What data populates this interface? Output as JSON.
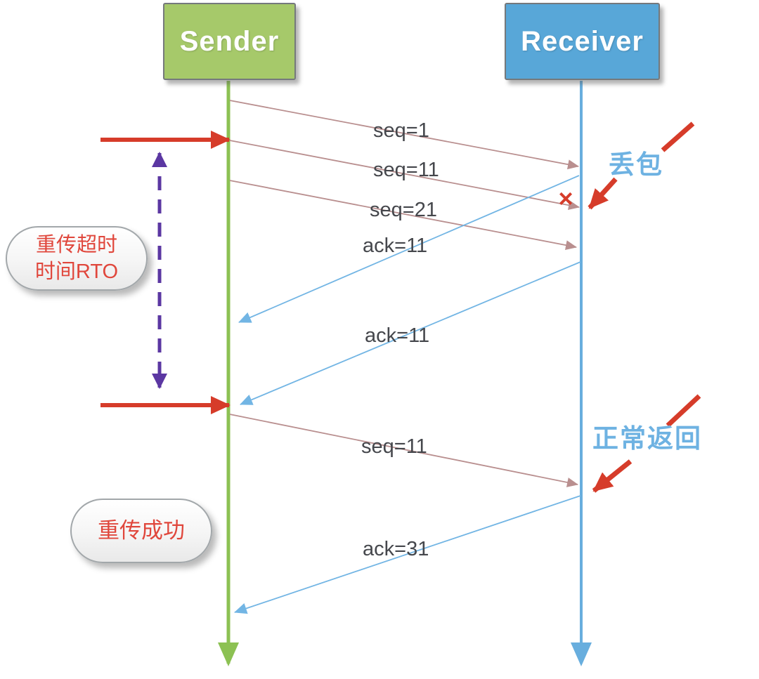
{
  "actors": {
    "sender": {
      "label": "Sender"
    },
    "receiver": {
      "label": "Receiver"
    }
  },
  "messages": [
    {
      "label": "seq=1",
      "direction": "sender-to-receiver"
    },
    {
      "label": "seq=11",
      "direction": "sender-to-receiver",
      "status": "lost"
    },
    {
      "label": "seq=21",
      "direction": "sender-to-receiver"
    },
    {
      "label": "ack=11",
      "direction": "receiver-to-sender"
    },
    {
      "label": "ack=11",
      "direction": "receiver-to-sender"
    },
    {
      "label": "seq=11",
      "direction": "sender-to-receiver",
      "status": "retransmitted"
    },
    {
      "label": "ack=31",
      "direction": "receiver-to-sender"
    }
  ],
  "annotations": {
    "packet_loss": "丢包",
    "normal_return": "正常返回",
    "rto_line1": "重传超时",
    "rto_line2": "时间RTO",
    "retransmit_success": "重传成功",
    "drop_mark": "×"
  },
  "colors": {
    "sender_box_green": "#a6c96a",
    "receiver_box_blue": "#58a7d8",
    "lifeline_green": "#8cc153",
    "lifeline_blue": "#68aede",
    "send_line_rosy": "#b98f8f",
    "ack_line_blue": "#72b5e4",
    "annotation_red": "#d63c2a",
    "rto_purple": "#5b37a2",
    "message_text": "#45474c",
    "bubble_text_red": "#e0473c",
    "cn_note_blue": "#6eb2e2"
  }
}
